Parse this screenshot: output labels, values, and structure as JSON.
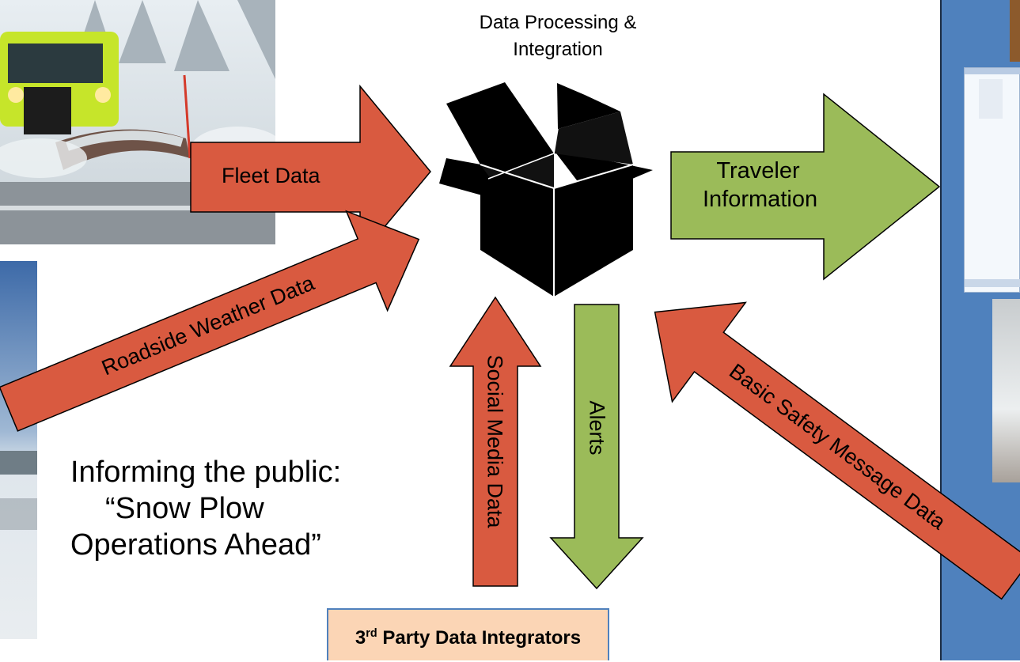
{
  "title": {
    "line1": "Data Processing &",
    "line2": "Integration"
  },
  "arrows": {
    "fleet": "Fleet Data",
    "roadside": "Roadside Weather Data",
    "traveler_line1": "Traveler",
    "traveler_line2": "Information",
    "social": "Social Media Data",
    "alerts": "Alerts",
    "bsm": "Basic Safety Message Data"
  },
  "public_note": {
    "line1": "Informing the public:",
    "line2": "“Snow Plow",
    "line3": "Operations Ahead”"
  },
  "third_party": {
    "ordinal": "3",
    "suffix": "rd",
    "rest": " Party Data Integrators"
  },
  "colors": {
    "red_arrow": "#d95a40",
    "green_arrow": "#9bbb59",
    "right_panel": "#4f81bd",
    "box_fill": "#fbd5b5"
  }
}
